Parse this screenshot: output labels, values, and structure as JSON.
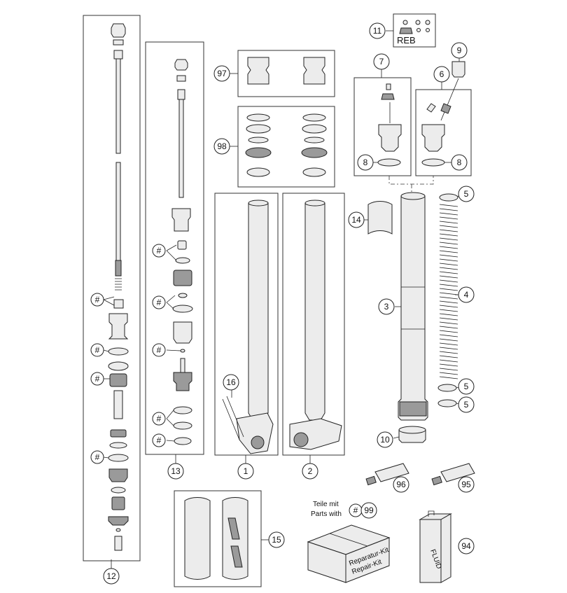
{
  "callouts": [
    {
      "id": "c12",
      "label": "12"
    },
    {
      "id": "c13",
      "label": "13"
    },
    {
      "id": "c97",
      "label": "97"
    },
    {
      "id": "c98",
      "label": "98"
    },
    {
      "id": "c14",
      "label": "14"
    },
    {
      "id": "c16",
      "label": "16"
    },
    {
      "id": "c1",
      "label": "1"
    },
    {
      "id": "c2",
      "label": "2"
    },
    {
      "id": "c15",
      "label": "15"
    },
    {
      "id": "c11",
      "label": "11"
    },
    {
      "id": "c7",
      "label": "7"
    },
    {
      "id": "c6",
      "label": "6"
    },
    {
      "id": "c9",
      "label": "9"
    },
    {
      "id": "c8a",
      "label": "8"
    },
    {
      "id": "c8b",
      "label": "8"
    },
    {
      "id": "c5a",
      "label": "5"
    },
    {
      "id": "c4",
      "label": "4"
    },
    {
      "id": "c3",
      "label": "3"
    },
    {
      "id": "c5b",
      "label": "5"
    },
    {
      "id": "c5c",
      "label": "5"
    },
    {
      "id": "c10",
      "label": "10"
    },
    {
      "id": "c96",
      "label": "96"
    },
    {
      "id": "c95",
      "label": "95"
    },
    {
      "id": "c94",
      "label": "94"
    },
    {
      "id": "c99",
      "label": "99"
    }
  ],
  "hash_symbol": "#",
  "reb_label": "REB",
  "kit_note": {
    "line1": "Teile mit",
    "line2": "Parts with"
  },
  "kit_box_text": {
    "line1": "Reparatur-Kit",
    "line2": "Repair-Kit"
  },
  "fluid_label": "FLUID"
}
